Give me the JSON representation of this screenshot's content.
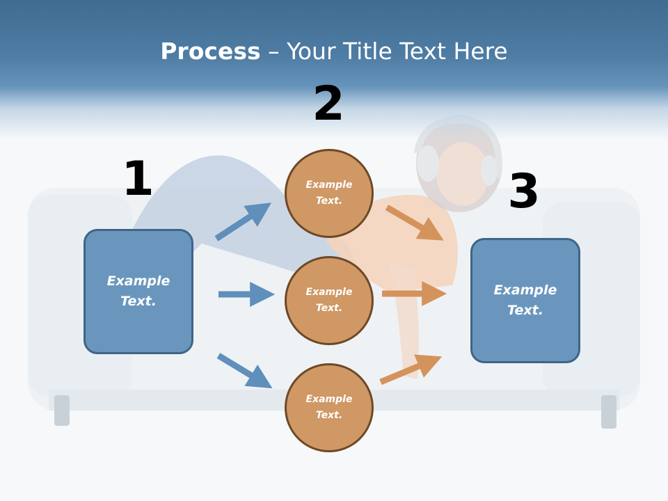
{
  "title": {
    "bold": "Process",
    "rest": " – Your Title Text Here"
  },
  "steps": {
    "one": "1",
    "two": "2",
    "three": "3"
  },
  "boxes": {
    "left": "Example Text.",
    "right": "Example Text."
  },
  "circles": {
    "top": "Example Text.",
    "middle": "Example Text.",
    "bottom": "Example Text."
  },
  "colors": {
    "header": "#4e7ca3",
    "box_fill": "#6a96bd",
    "circle_fill": "#cf9865",
    "blue_arrow": "#5f8fba",
    "orange_arrow": "#d4935b"
  }
}
